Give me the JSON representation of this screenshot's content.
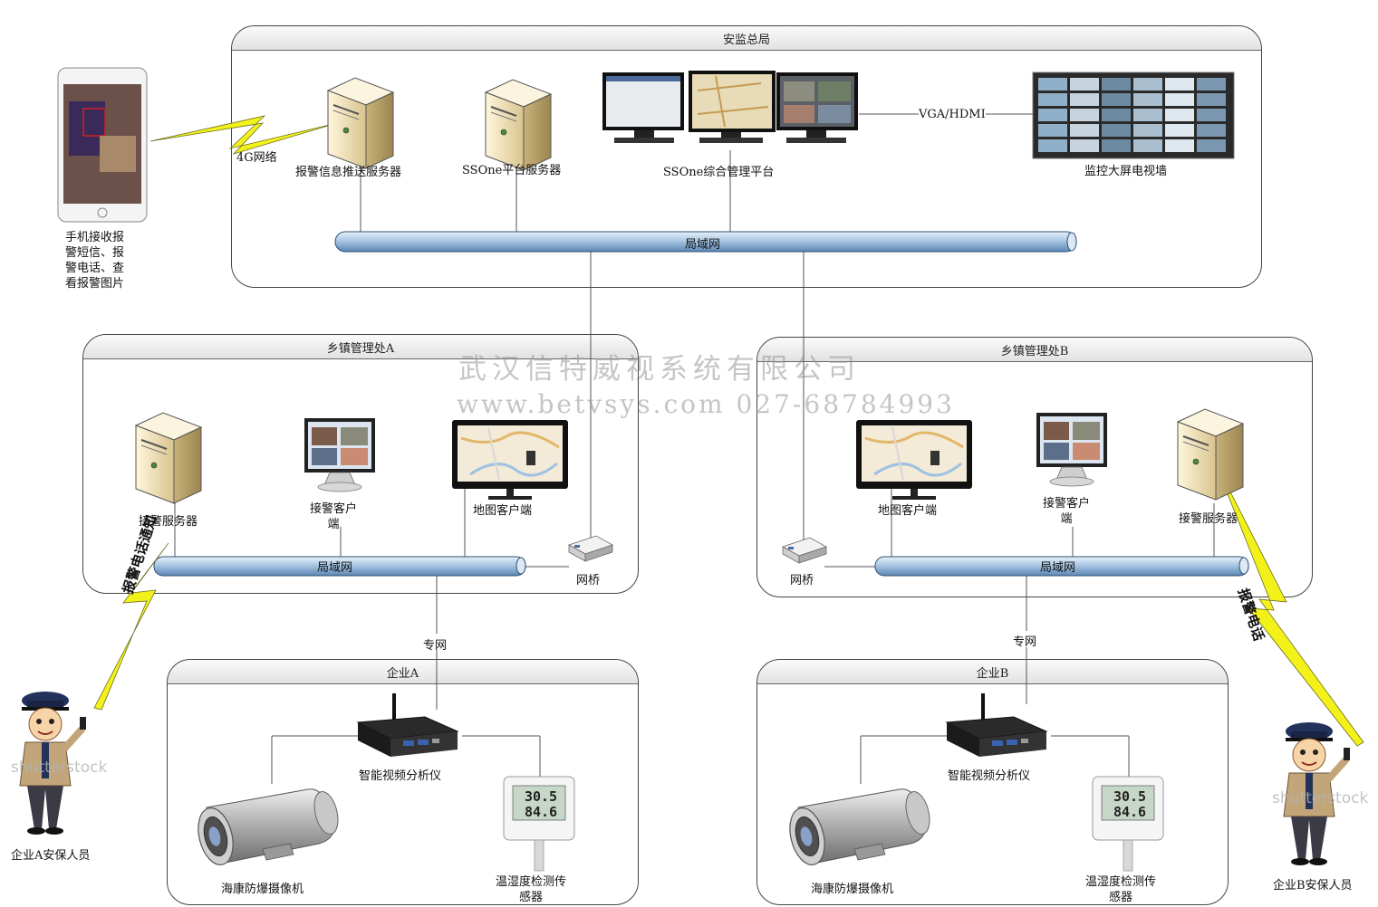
{
  "groups": {
    "hq": "安监总局",
    "town_a": "乡镇管理处A",
    "town_b": "乡镇管理处B",
    "ent_a": "企业A",
    "ent_b": "企业B"
  },
  "hq": {
    "alarm_push_server": "报警信息推送服务器",
    "ssone_server": "SSOne平台服务器",
    "ssone_platform": "SSOne综合管理平台",
    "video_wall": "监控大屏电视墙",
    "vga_hdmi": "VGA/HDMI",
    "lan": "局域网",
    "net_4g": "4G网络"
  },
  "phone_caption": "手机接收报\n警短信、报\n警电话、查\n看报警图片",
  "town_a": {
    "server": "接警服务器",
    "alarm_client": "接警客户\n端",
    "map_client": "地图客户端",
    "bridge": "网桥",
    "lan": "局域网",
    "private_net": "专网",
    "phone_notice": "报警电话通知"
  },
  "town_b": {
    "server": "接警服务器",
    "alarm_client": "接警客户\n端",
    "map_client": "地图客户端",
    "bridge": "网桥",
    "lan": "局域网",
    "private_net": "专网",
    "phone_notice": "报警电话"
  },
  "ent_a": {
    "analyzer": "智能视频分析仪",
    "camera": "海康防爆摄像机",
    "sensor": "温湿度检测传\n感器",
    "guard": "企业A安保人员"
  },
  "ent_b": {
    "analyzer": "智能视频分析仪",
    "camera": "海康防爆摄像机",
    "sensor": "温湿度检测传\n感器",
    "guard": "企业B安保人员"
  },
  "sensor_display": {
    "temp": "30.5",
    "humidity": "84.6"
  },
  "watermark": {
    "company": "武汉信特威视系统有限公司",
    "contact": "www.betvsys.com 027-68784993",
    "stock": "shutterstock"
  },
  "colors": {
    "lan_tube": "#9fbfdd",
    "bolt": "#f2f21a",
    "line": "#555555"
  }
}
